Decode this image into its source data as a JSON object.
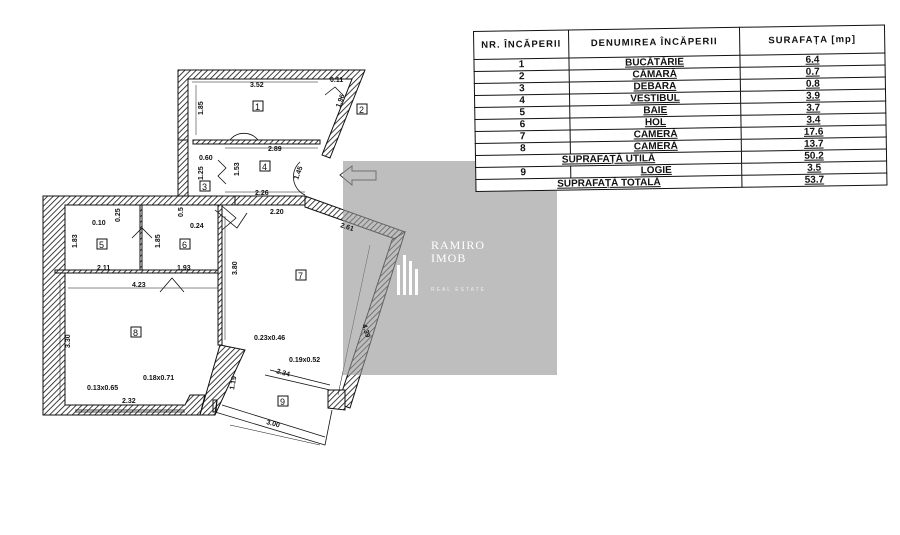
{
  "table": {
    "headers": {
      "nr": "NR. ÎNCĂPERII",
      "name": "DENUMIREA ÎNCĂPERII",
      "area": "SURAFAȚA [mp]"
    },
    "rows": [
      {
        "nr": "1",
        "name": "BUCĂTĂRIE",
        "area": "6.4"
      },
      {
        "nr": "2",
        "name": "CĂMARĂ",
        "area": "0.7"
      },
      {
        "nr": "3",
        "name": "DEBARA",
        "area": "0.8"
      },
      {
        "nr": "4",
        "name": "VESTIBUL",
        "area": "3.9"
      },
      {
        "nr": "5",
        "name": "BAIE",
        "area": "3.7"
      },
      {
        "nr": "6",
        "name": "HOL",
        "area": "3.4"
      },
      {
        "nr": "7",
        "name": "CAMERĂ",
        "area": "17.6"
      },
      {
        "nr": "8",
        "name": "CAMERĂ",
        "area": "13.7"
      }
    ],
    "useful_label": "SUPRAFAȚĂ UTILĂ",
    "useful_area": "50.2",
    "loggia": {
      "nr": "9",
      "name": "LOGIE",
      "area": "3.5"
    },
    "total_label": "SUPRAFAȚĂ TOTALĂ",
    "total_area": "53.7"
  },
  "plan": {
    "rooms": [
      "1",
      "2",
      "3",
      "4",
      "5",
      "6",
      "7",
      "8",
      "9"
    ],
    "dims": {
      "d1": "3.52",
      "d2": "0.11",
      "d3": "1.85",
      "d4": "1.96",
      "d5": "2.89",
      "d6": "0.60",
      "d7": "1.25",
      "d8": "1.53",
      "d9": "1.45",
      "d10": "2.26",
      "d11": "2.20",
      "d12": "2.61",
      "d13": "0.10",
      "d14": "0.25",
      "d15": "1.83",
      "d16": "1.85",
      "d17": "0.5",
      "d18": "0.24",
      "d19": "2.11",
      "d20": "1.93",
      "d21": "4.23",
      "d22": "3.80",
      "d23": "4.39",
      "d24": "3.30",
      "d25": "0.23x0.46",
      "d26": "0.19x0.52",
      "d27": "2.34",
      "d28": "0.18x0.71",
      "d29": "0.13x0.65",
      "d30": "2.32",
      "d31": "1.19",
      "d32": "3.00"
    },
    "entrance_arrow_icon": "arrow-left-icon"
  },
  "watermark": {
    "line1": "RAMIRO",
    "line2": "IMOB",
    "tagline": "REAL ESTATE"
  }
}
